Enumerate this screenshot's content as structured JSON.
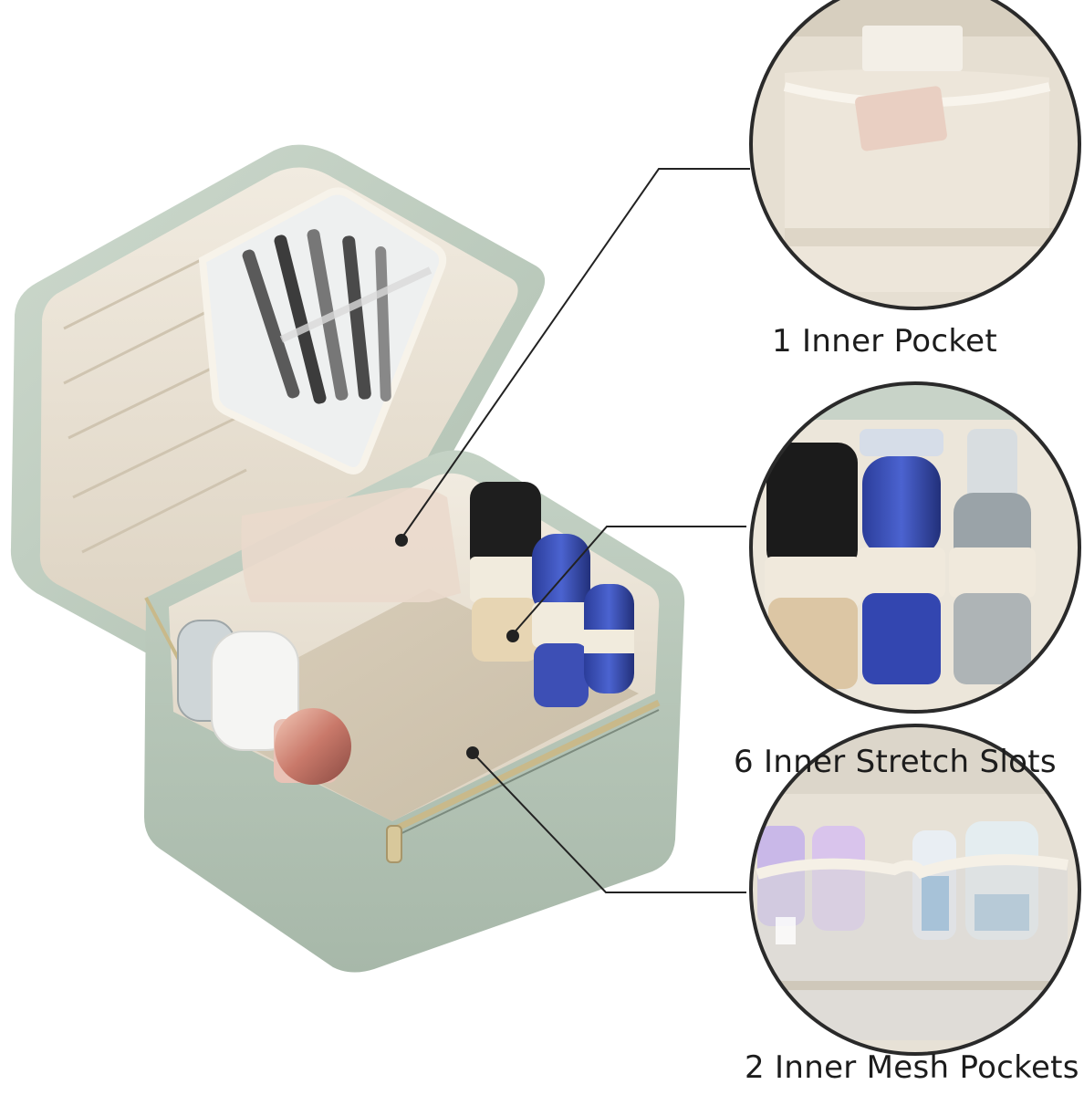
{
  "callouts": [
    {
      "label": "1 Inner Pocket"
    },
    {
      "label": "6 Inner Stretch Slots"
    },
    {
      "label": "2 Inner Mesh Pockets"
    }
  ],
  "colors": {
    "bag_sage": "#b9c8bb",
    "lining_cream": "#ece4d6",
    "zipper_gold": "#c9b98a",
    "circle_ring": "#2a2a2a",
    "line": "#222222"
  }
}
